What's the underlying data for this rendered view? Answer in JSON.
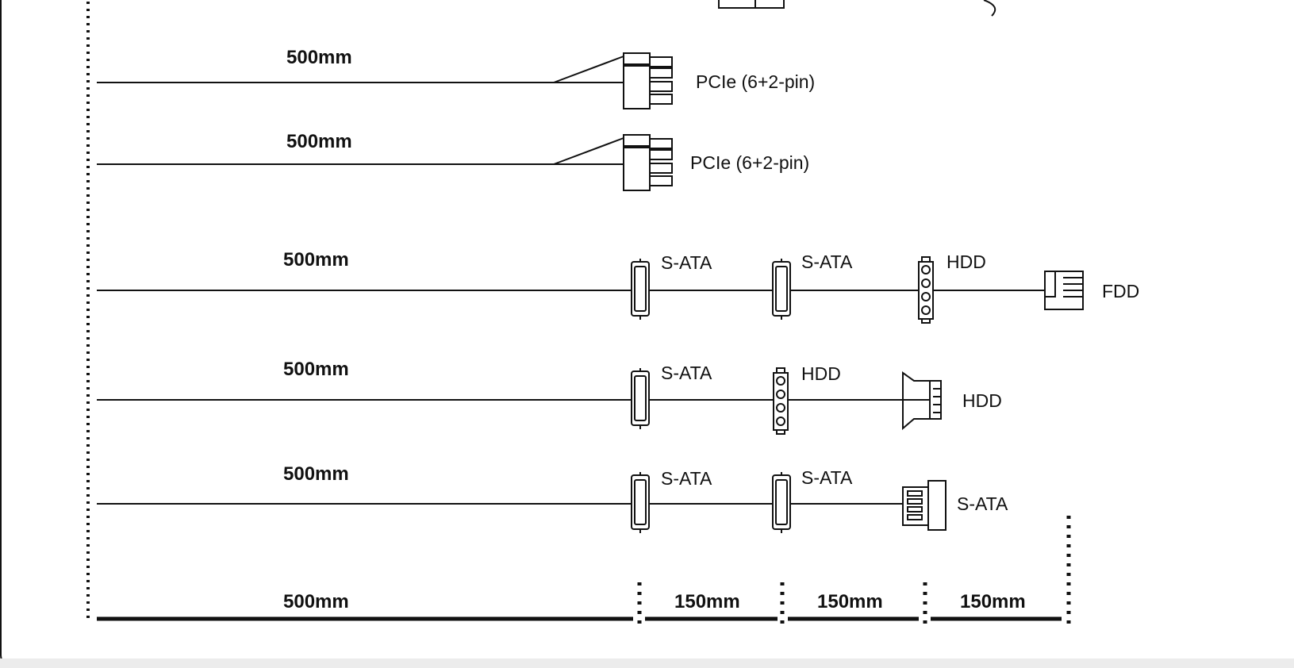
{
  "cables": [
    {
      "length_label": "500mm",
      "connectors": [
        {
          "type": "pcie",
          "label": "PCIe (6+2-pin)"
        }
      ]
    },
    {
      "length_label": "500mm",
      "connectors": [
        {
          "type": "pcie",
          "label": "PCIe (6+2-pin)"
        }
      ]
    },
    {
      "length_label": "500mm",
      "connectors": [
        {
          "type": "sata",
          "label": "S-ATA"
        },
        {
          "type": "molex",
          "label": "S-ATA"
        },
        {
          "type": "molex",
          "label": "HDD"
        },
        {
          "type": "fdd",
          "label": "FDD"
        }
      ]
    },
    {
      "length_label": "500mm",
      "connectors": [
        {
          "type": "sata",
          "label": "S-ATA"
        },
        {
          "type": "molex",
          "label": "HDD"
        },
        {
          "type": "hdd-end",
          "label": "HDD"
        }
      ]
    },
    {
      "length_label": "500mm",
      "connectors": [
        {
          "type": "sata",
          "label": "S-ATA"
        },
        {
          "type": "sata",
          "label": "S-ATA"
        },
        {
          "type": "sata-end",
          "label": "S-ATA"
        }
      ]
    }
  ],
  "scale": {
    "segments": [
      "500mm",
      "150mm",
      "150mm",
      "150mm"
    ]
  }
}
